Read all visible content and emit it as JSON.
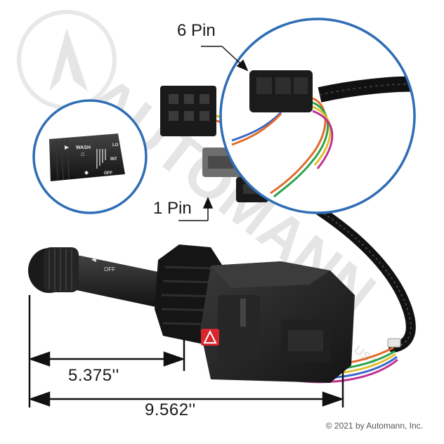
{
  "labels": {
    "six_pin": "6 Pin",
    "one_pin": "1 Pin",
    "dim_short": "5.375''",
    "dim_long": "9.562''",
    "copyright": "© 2021 by Automann, Inc."
  },
  "watermark": {
    "text": "AUTOMANN",
    "sub": "INC. USA"
  },
  "knob": {
    "wash": "WASH",
    "lo": "LO",
    "int": "INT",
    "off": "OFF"
  },
  "colors": {
    "circle_border": "#2f6db5",
    "body": "#1c1c1c",
    "hazard": "#d8262f",
    "watermark": "#cfcfcf"
  }
}
